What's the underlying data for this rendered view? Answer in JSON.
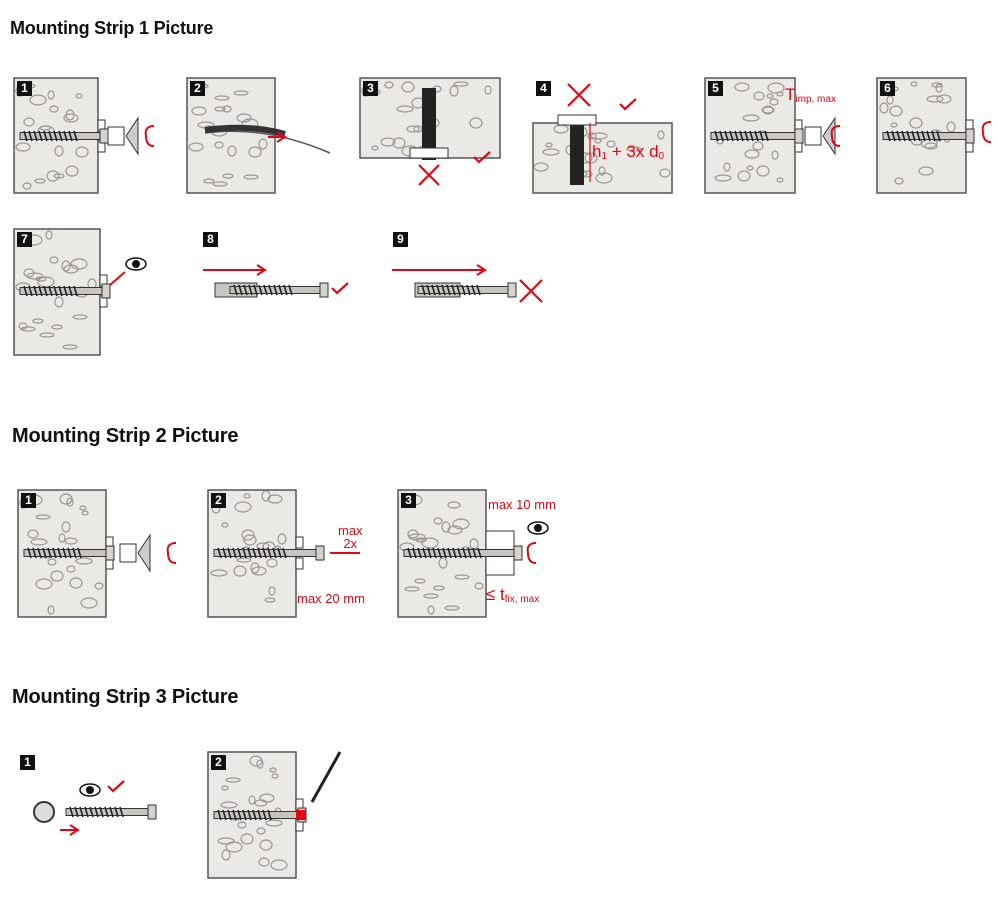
{
  "strips": [
    {
      "title": "Mounting Strip 1 Picture",
      "steps": [
        "1",
        "2",
        "3",
        "4",
        "5",
        "6",
        "7",
        "8",
        "9"
      ]
    },
    {
      "title": "Mounting Strip 2 Picture",
      "steps": [
        "1",
        "2",
        "3"
      ]
    },
    {
      "title": "Mounting Strip 3 Picture",
      "steps": [
        "1",
        "2"
      ]
    }
  ],
  "labels": {
    "timp_main": "T",
    "timp_sub": "imp, max",
    "h1_formula_a": "h",
    "h1_formula_b": "1",
    "h1_formula_c": " + 3x d",
    "h1_formula_d": "0",
    "max_2x": "max\n2x",
    "max_20mm": "max 20 mm",
    "max_10mm": "max 10 mm",
    "tfix_a": "≤ t",
    "tfix_b": "fix, max"
  },
  "colors": {
    "accent": "#e30613",
    "concrete": "#ebe9e6",
    "line": "#555555"
  }
}
